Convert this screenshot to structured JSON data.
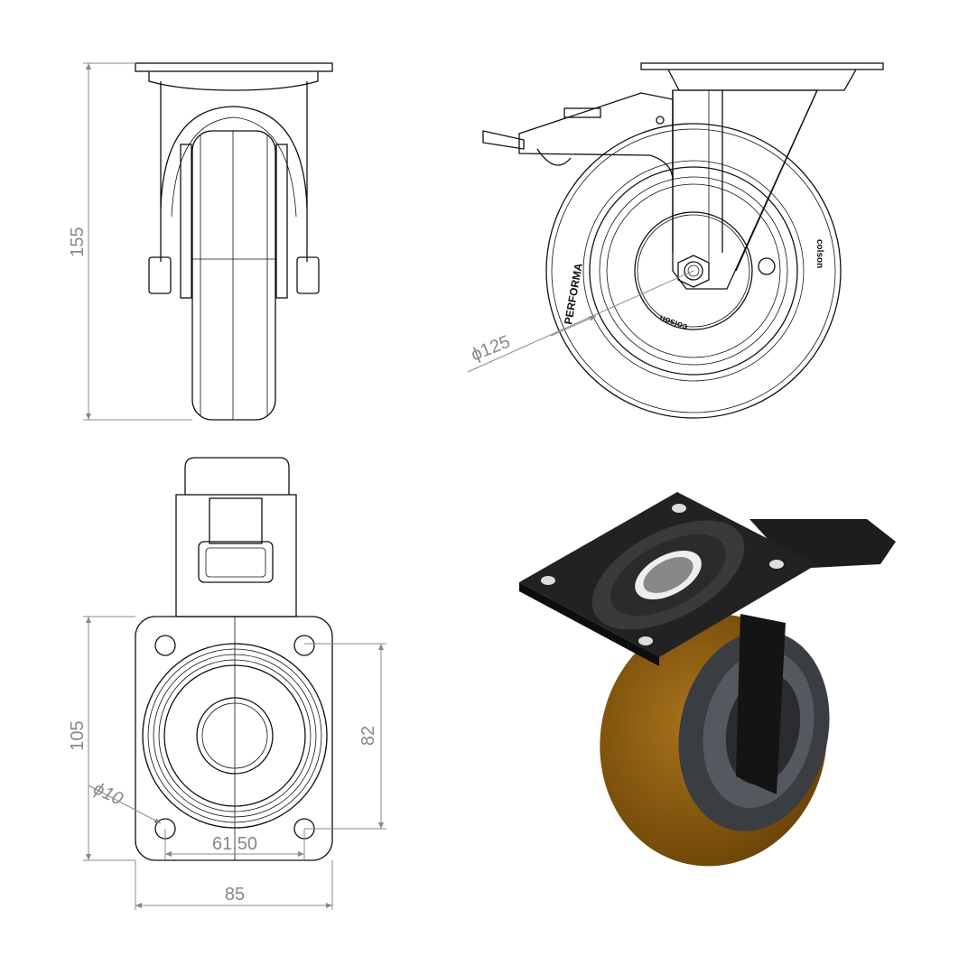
{
  "drawing": {
    "dimensions": {
      "overall_height": "155",
      "wheel_diameter": "ϕ125",
      "plate_length": "105",
      "hole_spacing_length": "82",
      "hole_diameter": "ϕ10",
      "hole_spacing_width": "61,50",
      "plate_width": "85"
    },
    "wheel_markings": {
      "tread_text": "PERFORMA",
      "brand": "colson"
    },
    "colors": {
      "line": "#111111",
      "dimension": "#888888",
      "tread": "#8a5a10",
      "metal": "#1a1a1a"
    }
  }
}
